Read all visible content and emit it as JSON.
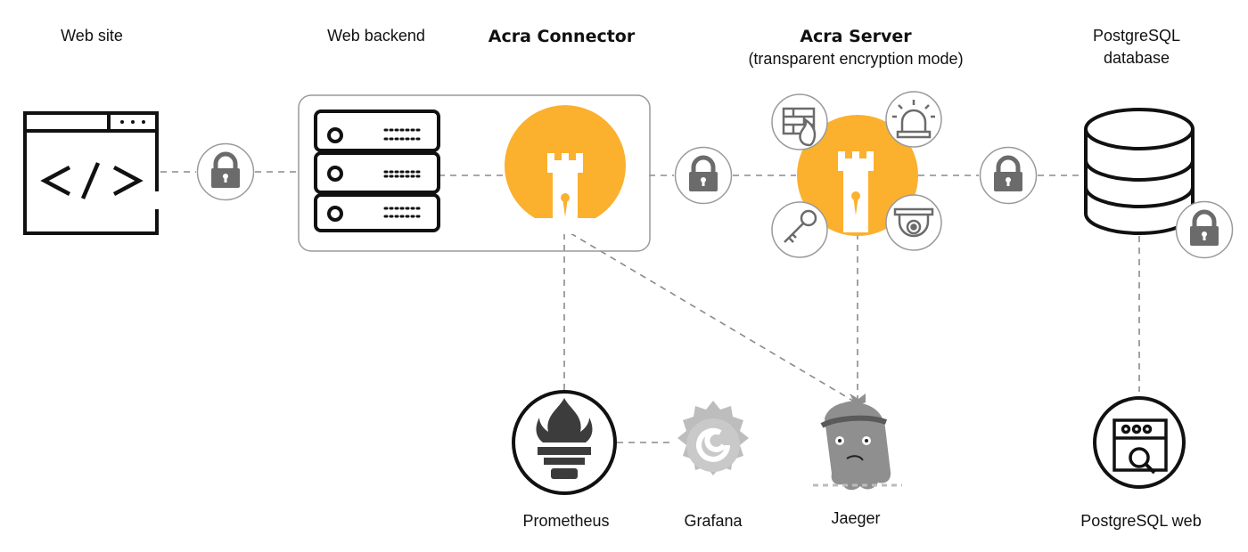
{
  "labels": {
    "web_site": "Web site",
    "web_backend": "Web backend",
    "acra_connector": "Acra Connector",
    "acra_server": "Acra Server",
    "acra_server_mode": "(transparent encryption mode)",
    "postgres_line1": "PostgreSQL",
    "postgres_line2": "database",
    "prometheus": "Prometheus",
    "grafana": "Grafana",
    "jaeger": "Jaeger",
    "postgres_web": "PostgreSQL web"
  },
  "colors": {
    "acra_orange": "#FBB02E",
    "lock_gray": "#6b6b6b",
    "line_gray": "#8a8a8a",
    "box_border": "#9a9a9a"
  }
}
